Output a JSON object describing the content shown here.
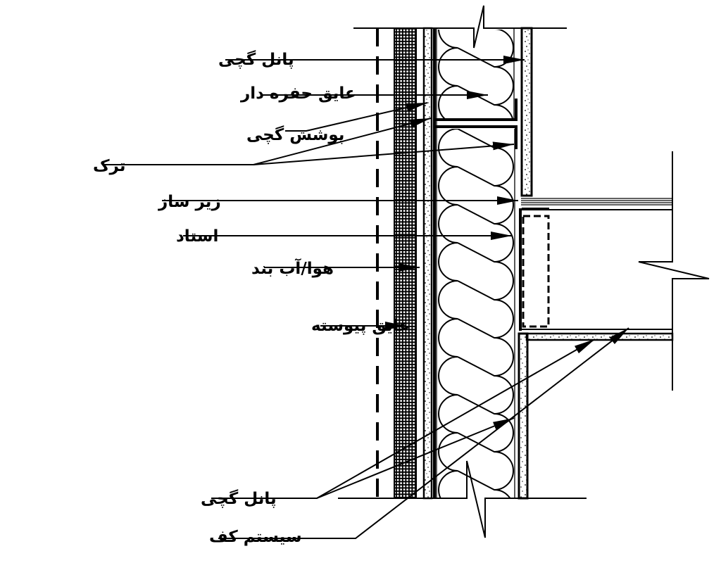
{
  "drawing": {
    "labels": {
      "gypsum_panel_top": "پانل گچی",
      "cavity_insulation": "عایق حفره دار",
      "gypsum_sheathing": "پوشش گچی",
      "crack": "ترک",
      "subframe": "زیر ساز",
      "stud": "استاد",
      "air_water_barrier": "هوا/آب بند",
      "continuous_insulation": "عایق پیوسته",
      "gypsum_panel_bottom": "پانل گچی",
      "floor_system": "سیستم کف"
    },
    "colors": {
      "line": "#000000",
      "background": "#ffffff"
    }
  }
}
